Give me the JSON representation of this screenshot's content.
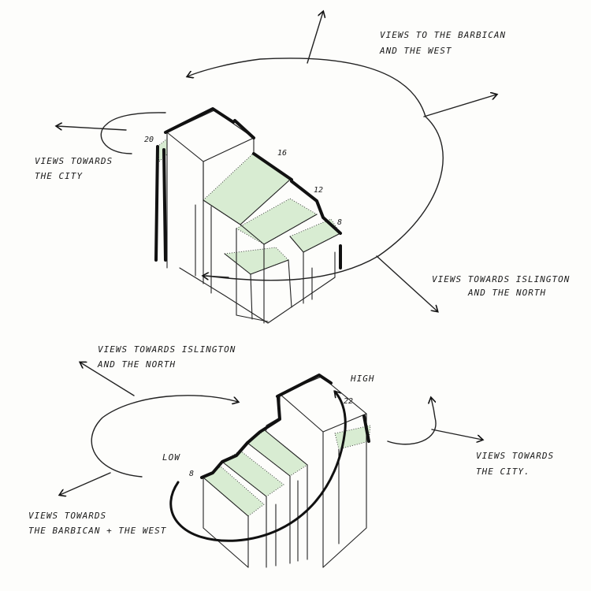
{
  "colors": {
    "ink": "#111111",
    "roof_green": "#d8ecd2",
    "paper": "#fdfdfb"
  },
  "top_sketch": {
    "labels": {
      "barbican_west": [
        "VIEWS TO THE BARBICAN",
        "AND THE WEST"
      ],
      "city": [
        "VIEWS TOWARDS",
        "THE CITY"
      ],
      "islington_north": [
        "VIEWS TOWARDS ISLINGTON",
        "AND THE NORTH"
      ]
    },
    "storeys": [
      "20",
      "16",
      "12",
      "8"
    ]
  },
  "bottom_sketch": {
    "labels": {
      "islington_north": [
        "VIEWS TOWARDS ISLINGTON",
        "AND THE NORTH"
      ],
      "barbican_west": [
        "VIEWS TOWARDS",
        "THE BARBICAN + THE WEST"
      ],
      "city": [
        "VIEWS TOWARDS",
        "THE CITY."
      ],
      "high": "HIGH",
      "low": "LOW"
    },
    "storeys": [
      "22",
      "8"
    ]
  }
}
